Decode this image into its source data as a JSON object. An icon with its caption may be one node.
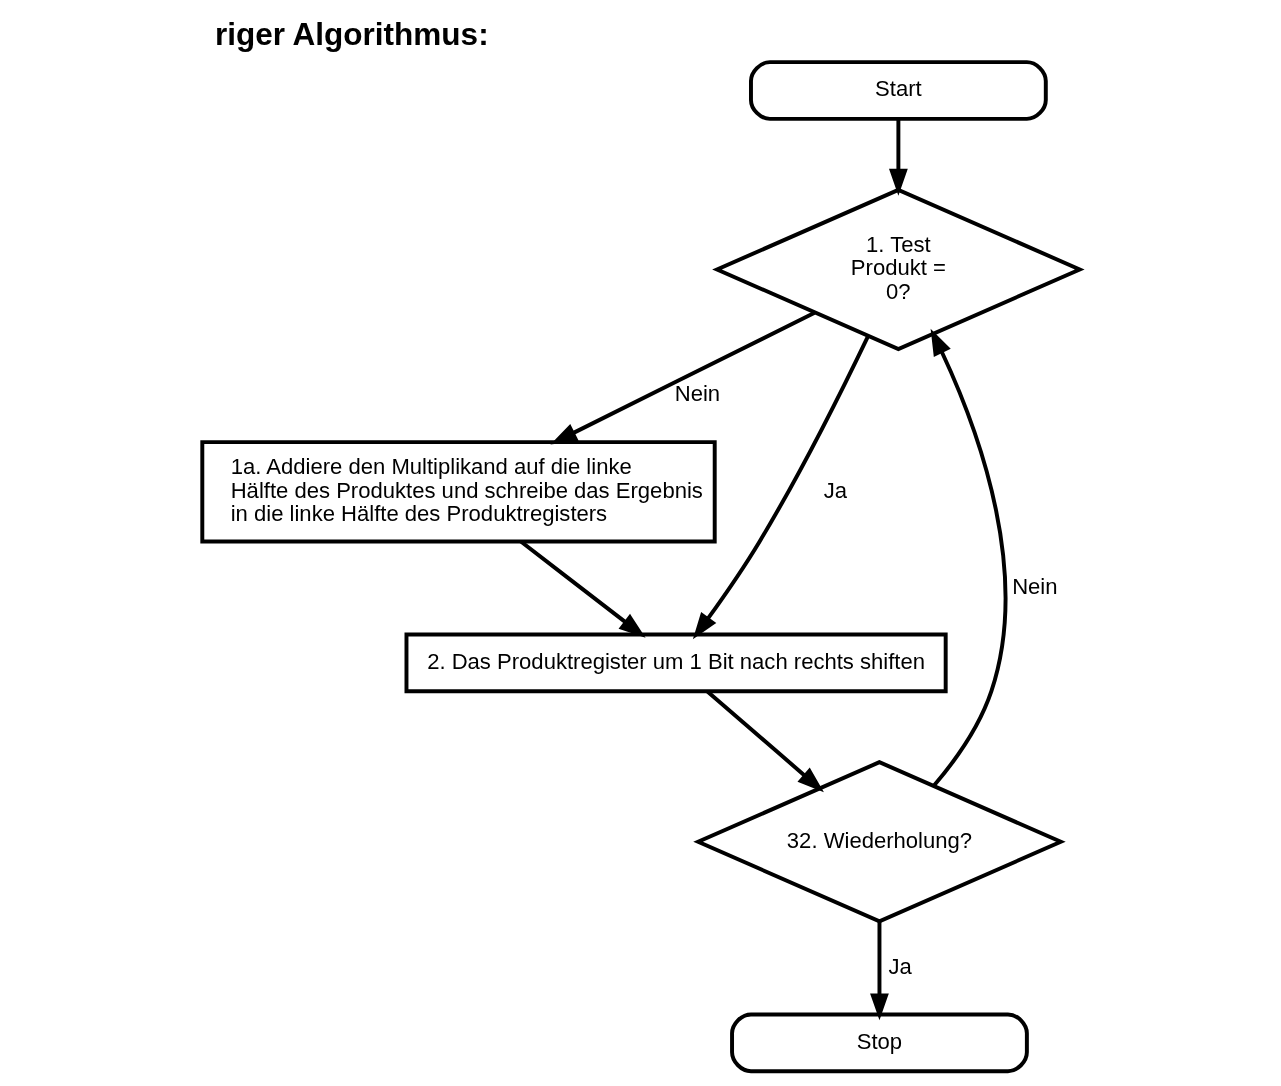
{
  "diagram": {
    "title": "riger Algorithmus:",
    "nodes": [
      {
        "text": [
          "Start"
        ]
      },
      {
        "text": [
          "1. Test Produkt = 0?"
        ]
      },
      {
        "text": [
          "1a. Addiere den Multiplikand auf die linke Hälfte des Produktes und schreibe das Ergebnis in die linke Hälfte des Produktregisters"
        ]
      },
      {
        "text": [
          "2. Das Produktregister um 1 Bit nach rechts shiften"
        ]
      },
      {
        "text": [
          "32. Wiederholung?"
        ]
      },
      {
        "text": [
          "Stop"
        ]
      }
    ],
    "edges": [
      {
        "from": 0,
        "to": 1,
        "arrow": "to"
      },
      {
        "from": 1,
        "to": 2,
        "arrow": "to",
        "label": "Nein"
      },
      {
        "from": 1,
        "to": 3,
        "arrow": "to",
        "label": "Ja"
      },
      {
        "from": 2,
        "to": 3,
        "arrow": "to"
      },
      {
        "from": 3,
        "to": 4,
        "arrow": "to"
      },
      {
        "from": 4,
        "to": 1,
        "arrow": "to",
        "label": "Nein"
      },
      {
        "from": 4,
        "to": 5,
        "arrow": "to",
        "label": "Ja"
      }
    ]
  }
}
